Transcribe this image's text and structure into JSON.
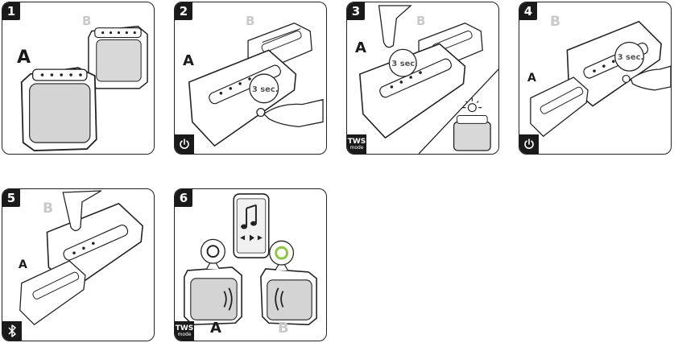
{
  "panels": [
    {
      "step": "1",
      "label_a": "A",
      "label_b": "B",
      "corner": ""
    },
    {
      "step": "2",
      "label_a": "A",
      "label_b": "B",
      "bubble": "3 sec.",
      "corner": "power-icon"
    },
    {
      "step": "3",
      "label_a": "A",
      "label_b": "B",
      "bubble": "3 sec.",
      "corner_text": "TWS",
      "corner_sub": "mode"
    },
    {
      "step": "4",
      "label_a": "A",
      "label_b": "B",
      "bubble": "3 sec.",
      "corner": "power-icon"
    },
    {
      "step": "5",
      "label_a": "A",
      "label_b": "B",
      "corner": "bluetooth-icon"
    },
    {
      "step": "6",
      "label_a": "A",
      "label_b": "B",
      "corner_text": "TWS",
      "corner_sub": "mode"
    }
  ],
  "colors": {
    "stroke": "#222222",
    "led_green": "#8cc63f",
    "grey": "#c9c9c9"
  }
}
